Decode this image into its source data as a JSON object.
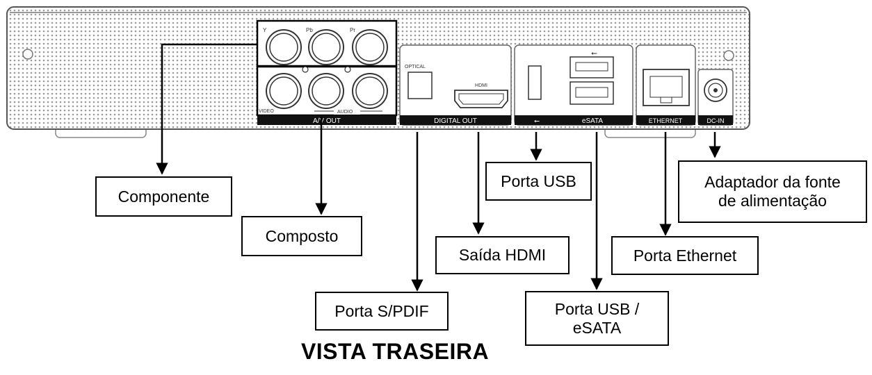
{
  "panel": {
    "labels": {
      "av_out": "A/V OUT",
      "video": "VIDEO",
      "audio": "AUDIO",
      "y": "Y",
      "pb": "Pb",
      "pr": "Pr",
      "digital_out": "DIGITAL OUT",
      "optical": "OPTICAL",
      "hdmi": "HDMI",
      "esata": "eSATA",
      "ethernet": "ETHERNET",
      "dc_in": "DC-IN"
    }
  },
  "callouts": {
    "componente": "Componente",
    "composto": "Composto",
    "spdif": "Porta S/PDIF",
    "hdmi": "Saída HDMI",
    "usb": "Porta USB",
    "usb_esata": "Porta USB /\neSATA",
    "ethernet": "Porta Ethernet",
    "power": "Adaptador da fonte\nde alimentação"
  },
  "title": "VISTA TRASEIRA"
}
